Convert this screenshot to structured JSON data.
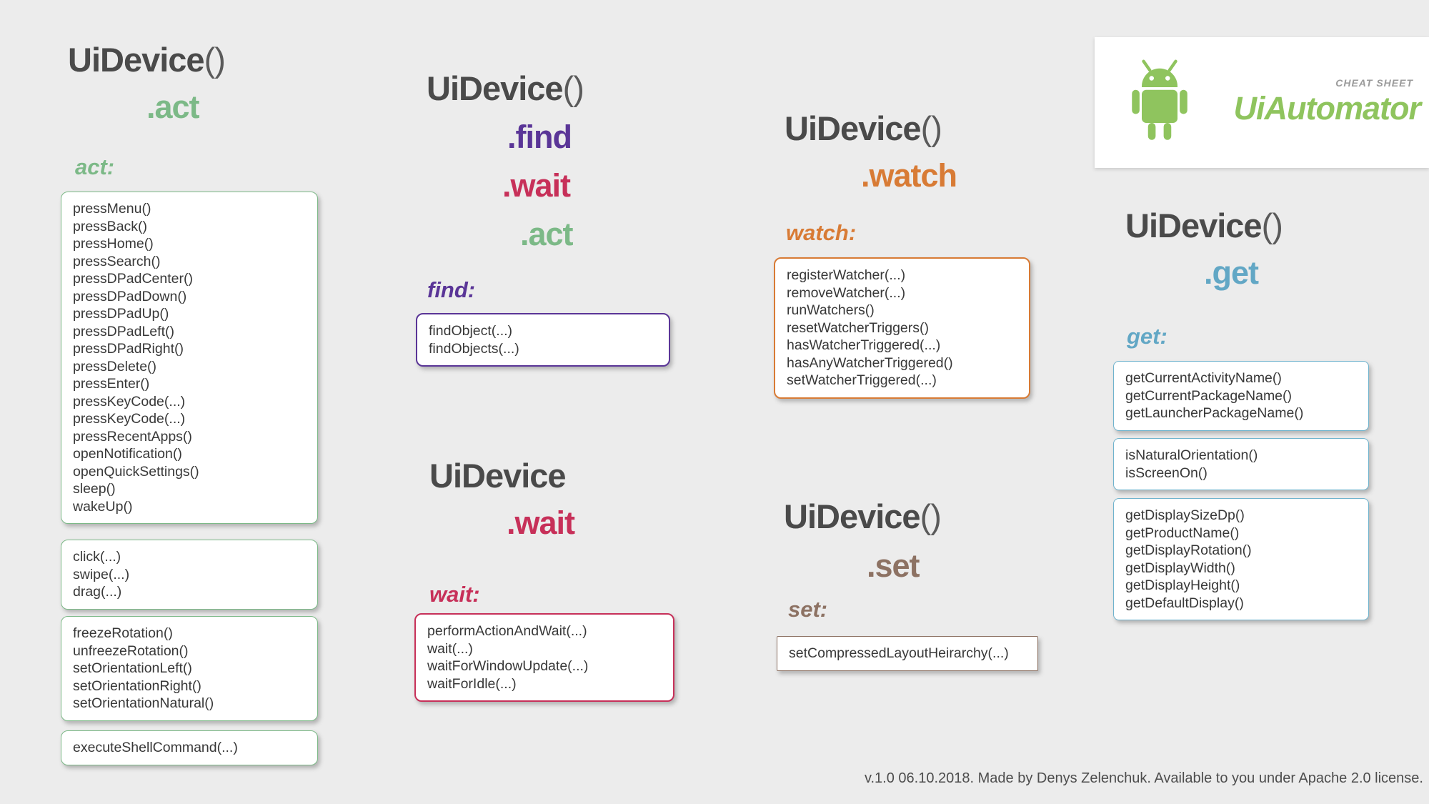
{
  "page": {
    "background": "#ececec",
    "footer": "v.1.0 06.10.2018. Made by Denys Zelenchuk. Available to you under Apache 2.0 license."
  },
  "logo": {
    "kicker": "CHEAT SHEET",
    "title": "UiAutomator",
    "android_icon": "android-robot-icon",
    "android_green": "#8fc45e"
  },
  "colors": {
    "act": "#7cb987",
    "find": "#5a3597",
    "wait": "#c73059",
    "watch": "#d87b35",
    "set": "#8d7263",
    "get": "#62a7c5",
    "heading": "#4a4a4a",
    "method_text": "#383838"
  },
  "sections": {
    "act": {
      "class_name": "UiDevice",
      "class_suffix": "()",
      "tags": [
        ".act"
      ],
      "label": "act:",
      "boxes": [
        [
          "pressMenu()",
          "pressBack()",
          "pressHome()",
          "pressSearch()",
          "pressDPadCenter()",
          "pressDPadDown()",
          "pressDPadUp()",
          "pressDPadLeft()",
          "pressDPadRight()",
          "pressDelete()",
          "pressEnter()",
          "pressKeyCode(...)",
          "pressKeyCode(...)",
          "pressRecentApps()",
          "openNotification()",
          "openQuickSettings()",
          "sleep()",
          "wakeUp()"
        ],
        [
          "click(...)",
          "swipe(...)",
          "drag(...)"
        ],
        [
          "freezeRotation()",
          "unfreezeRotation()",
          "setOrientationLeft()",
          "setOrientationRight()",
          "setOrientationNatural()"
        ],
        [
          "executeShellCommand(...)"
        ]
      ]
    },
    "find_wait_act": {
      "class_name": "UiDevice",
      "class_suffix": "()",
      "tags": [
        ".find",
        ".wait",
        ".act"
      ],
      "label": "find:",
      "boxes": [
        [
          "findObject(...)",
          "findObjects(...)"
        ]
      ]
    },
    "wait": {
      "class_name": "UiDevice",
      "class_suffix": "",
      "tags": [
        ".wait"
      ],
      "label": "wait:",
      "boxes": [
        [
          "performActionAndWait(...)",
          "wait(...)",
          "waitForWindowUpdate(...)",
          "waitForIdle(...)"
        ]
      ]
    },
    "watch": {
      "class_name": "UiDevice",
      "class_suffix": "()",
      "tags": [
        ".watch"
      ],
      "label": "watch:",
      "boxes": [
        [
          "registerWatcher(...)",
          "removeWatcher(...)",
          "runWatchers()",
          "resetWatcherTriggers()",
          "hasWatcherTriggered(...)",
          "hasAnyWatcherTriggered()",
          "setWatcherTriggered(...)"
        ]
      ]
    },
    "set": {
      "class_name": "UiDevice",
      "class_suffix": "()",
      "tags": [
        ".set"
      ],
      "label": "set:",
      "boxes": [
        [
          "setCompressedLayoutHeirarchy(...)"
        ]
      ]
    },
    "get": {
      "class_name": "UiDevice",
      "class_suffix": "()",
      "tags": [
        ".get"
      ],
      "label": "get:",
      "boxes": [
        [
          "getCurrentActivityName()",
          "getCurrentPackageName()",
          "getLauncherPackageName()"
        ],
        [
          "isNaturalOrientation()",
          "isScreenOn()"
        ],
        [
          "getDisplaySizeDp()",
          "getProductName()",
          "getDisplayRotation()",
          "getDisplayWidth()",
          "getDisplayHeight()",
          "getDefaultDisplay()"
        ]
      ]
    }
  }
}
